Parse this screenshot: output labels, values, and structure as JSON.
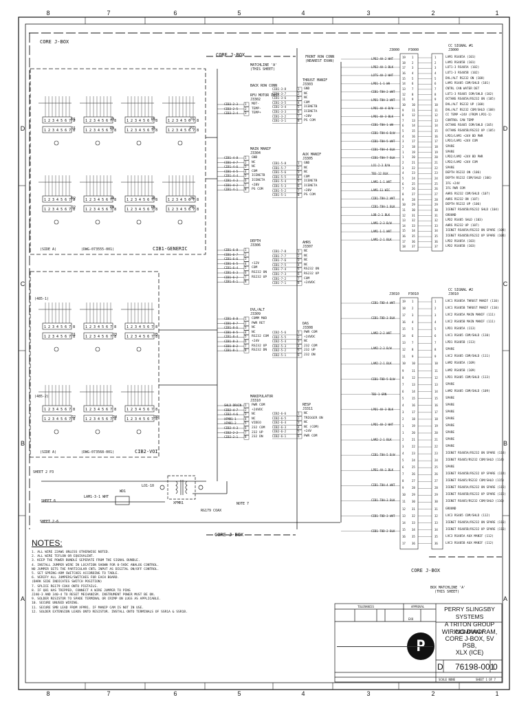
{
  "zones": {
    "columns": [
      "8",
      "7",
      "6",
      "5",
      "4",
      "3",
      "2",
      "1"
    ],
    "rows": [
      "D",
      "C",
      "B",
      "A"
    ]
  },
  "headers": {
    "core_jbox_top_left": "CORE J-BOX",
    "core_jbox_mid": "CORE J-BOX",
    "core_jbox_bottom": "CORE J-BOX",
    "core_jbox_right_bottom": "CORE J-BOX",
    "matchline_a_top": "MATCHLINE 'A'",
    "this_sheet_top": "(THIS SHEET)",
    "back_row_conn": "BACK ROW CONN",
    "front_row_conn": "FRONT ROW CONN",
    "nearest_exan": "(NEAREST EXAN)",
    "box_matchline_a": "BOX MATCHLINE 'A'",
    "this_sheet_bottom": "(THIS SHEET)"
  },
  "cib1": {
    "side_a": "(SIDE A)",
    "dwg": "(DWG-073555-001)",
    "title": "CIB1-GENERIC",
    "pins": "1 2 3 4 5 6 7 8",
    "labels": [
      "P1",
      "J1",
      "J3",
      "P3",
      "P5",
      "J5",
      "J7",
      "P7",
      "P2",
      "J2",
      "J4",
      "P4",
      "J6",
      "P6",
      "J8",
      "P8"
    ]
  },
  "cib2": {
    "tag1": "(485-1)",
    "tag2": "(485-2)",
    "side_a": "(SIDE A)",
    "dwg": "(DWG-073568-001)",
    "title": "CIB2-VOI",
    "pins": "1 2 3 4 5 6 7 8",
    "labels": [
      "J1",
      "J3",
      "J5",
      "J2",
      "J4",
      "J6"
    ]
  },
  "left_connectors": [
    {
      "title": "RFU MOTOR INST",
      "ref": "J3302",
      "wires": [
        "CIB3-2-3",
        "CIB3-2-5",
        "CIB3-2-4"
      ],
      "signals": [
        "MOT-",
        "TEMP-",
        "TEMP+"
      ]
    },
    {
      "title": "MAIN MANIF",
      "ref": "J3304",
      "wires": [
        "CIB1-4-8",
        "CIB1-4-7",
        "CIB1-4-6",
        "CIB1-4-5",
        "CIB1-4-4",
        "CIB1-4-3",
        "CIB1-4-2",
        "CIB1-4-1"
      ],
      "signals": [
        "GND",
        "NC",
        "NC",
        "COM",
        "ICENETB",
        "ICENETA",
        "+28V",
        "PS COM"
      ]
    },
    {
      "title": "DEPTH",
      "ref": "J3306",
      "wires": [
        "CIB1-6-8",
        "CIB1-6-7",
        "CIB1-6-6",
        "CIB1-6-5",
        "CIB1-6-4",
        "CIB1-6-3",
        "CIB1-6-2",
        "CIB1-6-1"
      ],
      "signals": [
        "",
        "",
        "",
        "+12V",
        "COM",
        "RS232 ON",
        "RS232 UP",
        ""
      ]
    },
    {
      "title": "DVL/ALT",
      "ref": "J3309",
      "wires": [
        "CIB1-8-8",
        "CIB1-8-7",
        "CIB1-8-6",
        "CIB1-8-5",
        "CIB1-8-4",
        "CIB1-8-3",
        "CIB1-8-2",
        "CIB1-8-1"
      ],
      "signals": [
        "COMM MUD",
        "PWR RET",
        "NC",
        "NC",
        "RS232 COM",
        "+24V",
        "RS232 UP",
        "RS232 DN"
      ]
    },
    {
      "title": "MANIPULATOR",
      "ref": "J3310",
      "wires": [
        "SHLD DRAIN",
        "CIB2-4-7",
        "CIB2-4-6",
        "XFMR1-1",
        "XFMR1-2",
        "CIB2-4-3",
        "CIB2-2-2",
        "CIB2-2-1"
      ],
      "signals": [
        "PWR COM",
        "+24VDC",
        "NC",
        "NC",
        "VIDEO",
        "232 COM",
        "232 UP",
        "232 DN"
      ]
    }
  ],
  "right_connectors": [
    {
      "title": "THRUST MANIF",
      "ref": "J3303",
      "wires": [
        "CIB1-3-8",
        "CIB1-3-7",
        "CIB1-3-6",
        "CIB1-3-5",
        "CIB1-3-4",
        "CIB1-3-3",
        "CIB1-3-2",
        "CIB1-3-1"
      ],
      "signals": [
        "GND",
        "NC",
        "NC",
        "COM",
        "ICENETB",
        "ICENETA",
        "+28V",
        "PS COM"
      ]
    },
    {
      "title": "AUX MANIF",
      "ref": "J3305",
      "wires": [
        "CIB1-5-8",
        "CIB1-5-7",
        "CIB1-5-6",
        "CIB1-5-5",
        "CIB1-5-4",
        "CIB1-5-3",
        "CIB1-5-2",
        "CIB1-5-1"
      ],
      "signals": [
        "GND",
        "NC",
        "NC",
        "COM",
        "ICENETB",
        "ICENETA",
        "+28V",
        "PS COM"
      ]
    },
    {
      "title": "AHRS",
      "ref": "J3307",
      "wires": [
        "CIB1-7-8",
        "CIB1-7-7",
        "CIB1-7-6",
        "CIB1-7-5",
        "CIB1-7-4",
        "CIB1-7-3",
        "CIB1-7-2",
        "CIB1-7-1"
      ],
      "signals": [
        "NC",
        "NC",
        "NC",
        "NC",
        "RS232 ON",
        "RS232 UP",
        "COM",
        "+24VDC"
      ]
    },
    {
      "title": "DAS",
      "ref": "J3308",
      "wires": [
        "CIB2-5-6",
        "CIB2-5-5",
        "CIB2-5-4",
        "CIB2-5-3",
        "CIB2-5-2",
        "CIB2-5-1"
      ],
      "signals": [
        "PWR COM",
        "+24VDC",
        "NC",
        "232 COM",
        "232 UP",
        "232 DN"
      ]
    },
    {
      "title": "RESP",
      "ref": "J3311",
      "wires": [
        "CIB2-6-6",
        "CIB2-6-5",
        "CIB2-6-4",
        "CIB2-6-3",
        "CIB2-6-2",
        "CIB2-6-1"
      ],
      "signals": [
        "NC",
        "TRIGGER ON",
        "NC",
        "NC (COM)",
        "+24V",
        "PWR COM"
      ]
    }
  ],
  "sheet_refs": {
    "sheet2_p3": "SHEET 2 P3",
    "sheet6": "SHEET 6",
    "sheet2_6": "SHEET 2-6",
    "wire_lam": "LAM1-3-1 WHT",
    "wd1": "WD1",
    "xfmr": "XFMR1",
    "rg179": "RG179 COAX",
    "note7": "NOTE 7",
    "lo1": "LO1-10"
  },
  "j3000": {
    "header_j": "J3000",
    "header_p": "P3000",
    "cc_signal": "CC SIGNAL #1",
    "ref": "J3000",
    "wire_labels": [
      "LPD2-4A-2 WHT",
      "LPD2-4A-1 BLK",
      "LOTS-4A-2 WHT",
      "LPD1-1-1 WH",
      "CIB1-T8H-2 WHT",
      "LPD1-T8H-3 WHT",
      "LPD1-4A-4 B/W",
      "LPD1-4A-3 BLK",
      "CIB1-T8H-1 WH",
      "CIB1-T8H-6 B/W",
      "CIB1-T8H-5 WHT",
      "CIB1-T8H-4 BLK",
      "CIB1-T8H-7 BLK",
      "LO1-2-3 B/W",
      "TB3-12 BLK",
      "LAM1-1-1 WHT",
      "LAM1-11 WIC",
      "CIB1-T8H-2 WHT",
      "CIB1-T8H-1 BLK",
      "LOB-2-1 BLK",
      "LAM1-2-3 B/W",
      "LAM1-1-1 WHT",
      "LAM1-2-1 BLK"
    ],
    "signals": [
      "LAM1 RS485A (101)",
      "LAM1 RS485B (101)",
      "LOT1-3 RS485A (102)",
      "LOT1-3 RS485B (102)",
      "DVL/ALT RS232 ON (108)",
      "LAM1 RS485 COM/SHLD (101)",
      "CNTRL CAN WATER DET",
      "LOT1-3 RS485 COM/SHLD (102)",
      "OCTANS RS485A/RS232 ON (105)",
      "DVL/ALT RS232 UP (108)",
      "DVL/ALT RS232 COM/SHLD (108)",
      "CC TEMP +24V (FROM LPD1-1)",
      "CONTROL CAN TEMP",
      "OCTANS RS485 COM/SHLD (105)",
      "OCTANS RS485B/RS232 UP (105)",
      "LPD1/LAM1 +24V BD PWR",
      "LPD1/LAM1 +24V COM",
      "SPARE",
      "SPARE",
      "LPD2/LAM2 +24V BD PWR",
      "LPD2/LAM2 +24V COM",
      "SPARE",
      "DEPTH RS232 ON (106)",
      "DEPTH RS232 COM/SHLD (106)",
      "IFG +24V",
      "IFG PWR COM",
      "AHRS RS232 COM/SHLD (107)",
      "AHRS RS232 ON (107)",
      "DEPTH RS232 UP (106)",
      "ICENET RS485B/RS232 SHLD (104)",
      "GROUND",
      "LPD2 RS485 SHLD (103)",
      "AHRS RS232 UP (107)",
      "ICENET RS485A/RS232 ON SPARE (104)",
      "ICENET RS485B/RS232 UP SPARE (104)",
      "LPD2 RS485A (103)",
      "LPD2 RS485B (103)"
    ]
  },
  "j3010": {
    "header_j": "J3010",
    "header_p": "P3010",
    "cc_signal": "CC SIGNAL #2",
    "ref": "J3010",
    "wire_labels": [
      "CIB1-T8D-4 WHT",
      "CIB1-T8D-3 BLK",
      "LAM2-2-2 WHT",
      "LAM2-2-3 B/W",
      "LAM2-2-1 BLK",
      "CIB1-T8D-5 B/W",
      "TB3-1 GRN",
      "LPD1-4A-3 BLK",
      "LPD1-4A-2 WHT",
      "LAM2-2-1 BLK",
      "CIB1-T8H-5 B/W",
      "LPD1-4A-1 BLK",
      "CIB1-T8H-4 WHT",
      "CIB1-T8H-3 BLK",
      "CIB1-T8D-3 WHT",
      "CIB1-T8D-2 BLK"
    ],
    "signals": [
      "LVC1 RS485A THRUST MANIF (110)",
      "LVC1 RS485B THRUST MANIF (110)",
      "LVC2 RS485A MAIN MANIF (111)",
      "LVC2 RS485B MAIN MANIF (111)",
      "LPD1 RS485A (113)",
      "LVC1 RS485 COM/SHLD (110)",
      "LPD1 RS485B (113)",
      "SPARE",
      "LVC2 RS485 COM/SHLD (111)",
      "LAM2 RS485A (109)",
      "LAM2 RS485B (109)",
      "LPD1 RS485 COM/SHLD (113)",
      "SPARE",
      "LAM2 RS485 COM/SHLD (109)",
      "SPARE",
      "SPARE",
      "SPARE",
      "SPARE",
      "SPARE",
      "SPARE",
      "SPARE",
      "SPARE",
      "ICENET RS485A/RS232 ON SPARE (114)",
      "ICENET RS485/RS232 COM/SHLD (114)",
      "SPARE",
      "ICENET RS485B/RS232 UP SPARE (114)",
      "ICENET RS485/RS232 COM/SHLD (115)",
      "ICENET RS485A/RS232 ON SPARE (115)",
      "ICENET RS485B/RS232 UP SPARE (115)",
      "ICENET RS485/RS232 COM/SHLD (116)",
      "GROUND",
      "LVC3 RS485 COM/SHLD (112)",
      "ICENET RS485A/RS232 ON SPARE (116)",
      "ICENET RS485B/RS232 UP SPARE (116)",
      "LVC3 RS485A AUX MANIF (112)",
      "LVC3 RS485B AUX MANIF (112)"
    ]
  },
  "notes": {
    "title": "NOTES:",
    "items": [
      "1. ALL WIRE 22AWG UNLESS OTHERWISE NOTED.",
      "2. ALL WIRE TEFLON OR EQUIVALENT.",
      "3. KEEP THE POWER BUNDLE SEPERATE FROM THE SIGNAL BUNDLE.",
      "4. INSTALL JUMPER WIRE IN LOCATION SHOWN FOR 0-5VDC ANALOG CONTROL.",
      "   NO JUMPER SETS THE PARTICULAR CNTL INPUT AS DIGITAL ON/OFF CONTROL.",
      "5. SET SPRING-ARM SWITCHES ACCORDING TO TABLE.",
      "6. VERIFY ALL JUMPERS/SWITCHES FOR EACH BOARD.",
      "   (DARK SIDE INDICATES SWITCH POSITION)",
      "7. SPLICE RG179 COAX ONTO PIGTAILS.",
      "8. IF Q81 HAS TRIPPED, CONNECT A WIRE JUMPER TO PINS",
      "   J240-3 AND 340-4 TO RESET MECHANISM. INSTRUMENT POWER MUST BE ON.",
      "9. SOLDER RESISTOR TO SPADE TERMINAL OR CRIMP ON LUGS AS APPLICABLE.",
      "10. SECURE UNUSED WIRING.",
      "11. SECURE SMB LEAD FROM XFMR1. IF MANIP CAM IS NOT IN USE.",
      "12. SOLDER EXTENSION LEADS ONTO RESISTOR. INSTALL ONTO TERMINALS OF SSR1A & SSR1B."
    ]
  },
  "title_block": {
    "tolerances": "TOLERANCES",
    "approval": "APPROVAL",
    "company_1": "PERRY SLINGSBY SYSTEMS",
    "company_2": "A TRITON GROUP COMPANY",
    "title_1": "WIRING DIAGRAM,",
    "title_2": "CORE J-BOX, 5V PSB,",
    "title_3": "XLX (ICE)",
    "size": "D",
    "dwg_no": "76198-001",
    "rev": "0",
    "scale": "SCALE NONE",
    "sheet": "SHEET 1 OF 7",
    "drawn": "EXO",
    "logo_letter": "P"
  }
}
